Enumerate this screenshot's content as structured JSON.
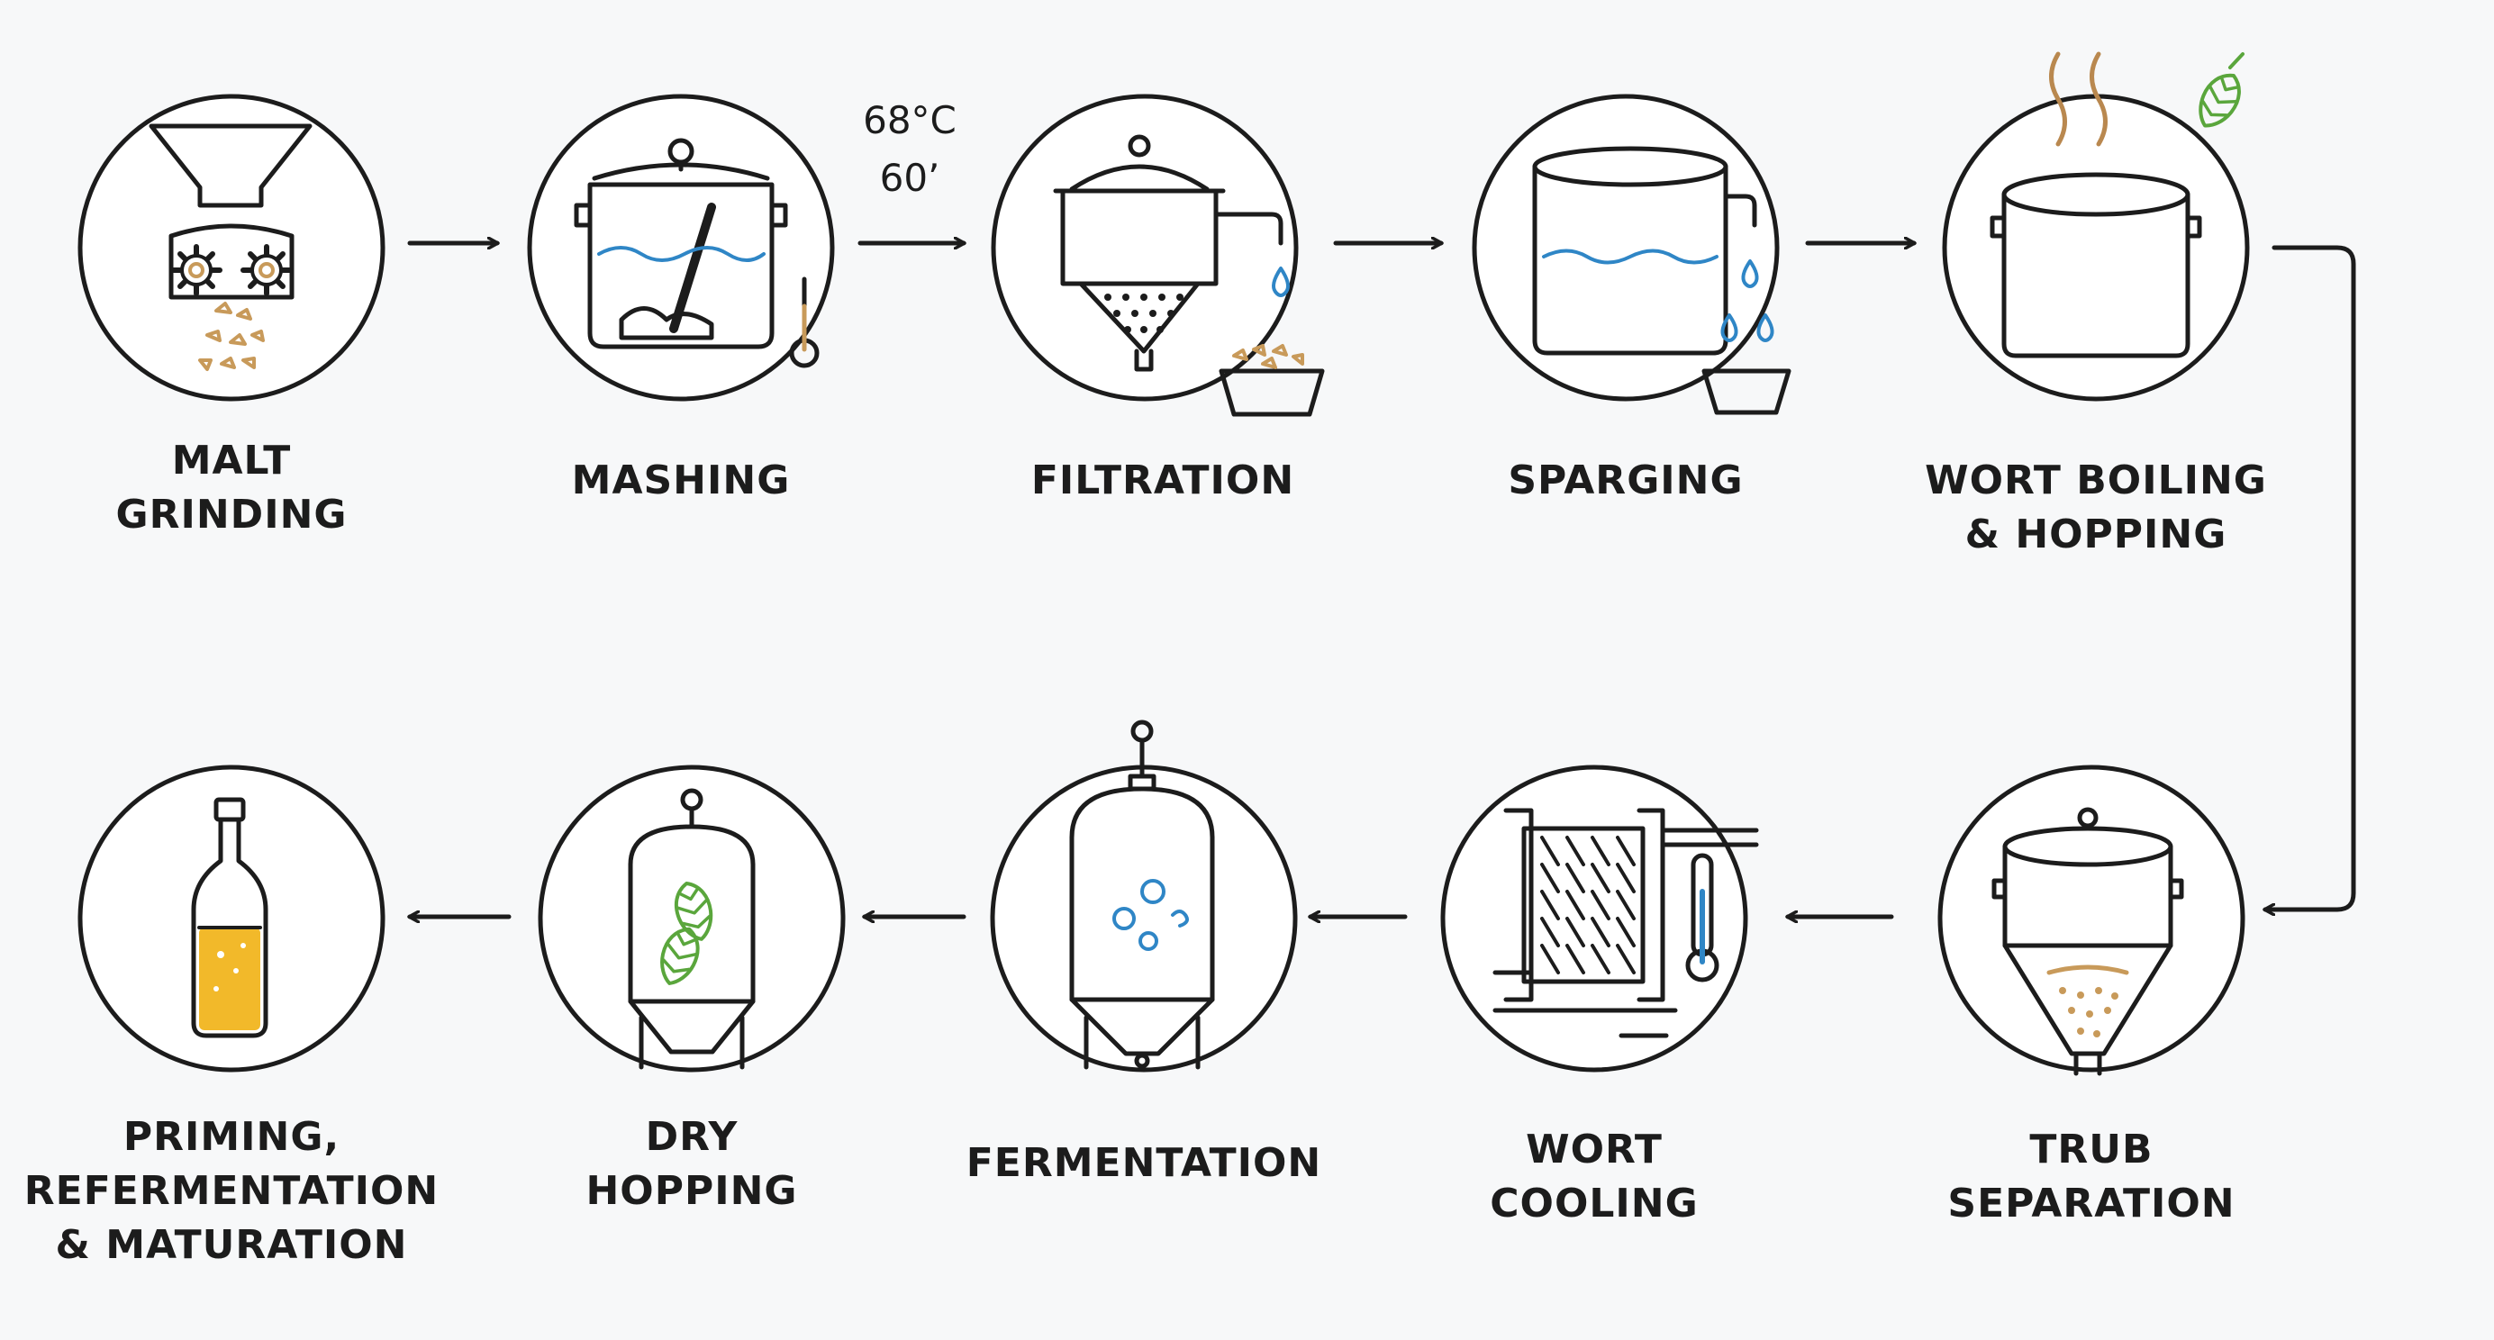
{
  "colors": {
    "line": "#1c1c1c",
    "water": "#2f86c6",
    "grain": "#c89a5a",
    "hop": "#5aa63c",
    "beer": "#f2b92a",
    "steam": "#b9884f"
  },
  "mashing_note": {
    "temp": "68°C",
    "time": "60’"
  },
  "steps": [
    {
      "id": "malt-grinding",
      "icon": "grain-mill-icon",
      "lines": [
        "MALT",
        "GRINDING"
      ]
    },
    {
      "id": "mashing",
      "icon": "mash-tun-icon",
      "lines": [
        "MASHING"
      ]
    },
    {
      "id": "filtration",
      "icon": "lauter-tun-icon",
      "lines": [
        "FILTRATION"
      ]
    },
    {
      "id": "sparging",
      "icon": "sparge-vessel-icon",
      "lines": [
        "SPARGING"
      ]
    },
    {
      "id": "wort-boiling",
      "icon": "boil-kettle-icon",
      "lines": [
        "WORT BOILING",
        "& HOPPING"
      ]
    },
    {
      "id": "trub-separation",
      "icon": "whirlpool-icon",
      "lines": [
        "TRUB",
        "SEPARATION"
      ]
    },
    {
      "id": "wort-cooling",
      "icon": "plate-chiller-icon",
      "lines": [
        "WORT",
        "COOLING"
      ]
    },
    {
      "id": "fermentation",
      "icon": "fermenter-icon",
      "lines": [
        "FERMENTATION"
      ]
    },
    {
      "id": "dry-hopping",
      "icon": "dry-hop-fermenter-icon",
      "lines": [
        "DRY",
        "HOPPING"
      ]
    },
    {
      "id": "priming",
      "icon": "beer-bottle-icon",
      "lines": [
        "PRIMING,",
        "REFERMENTATION",
        "& MATURATION"
      ]
    }
  ]
}
